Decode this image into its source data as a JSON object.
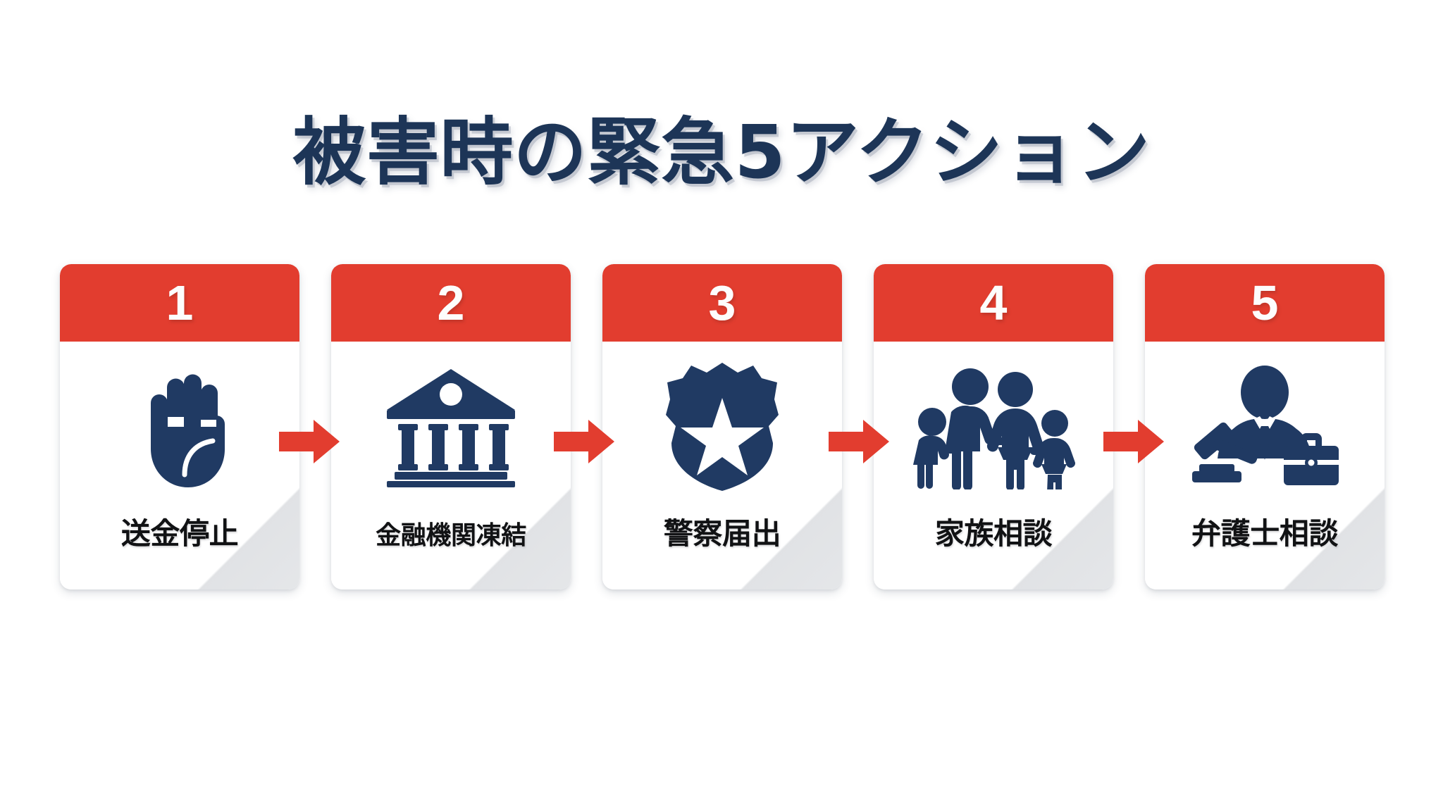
{
  "title": "被害時の緊急5アクション",
  "colors": {
    "accent_red": "#e23d2f",
    "navy": "#1d3557",
    "icon_navy": "#203a63",
    "label_black": "#111214",
    "background": "#ffffff",
    "shadow_grey": "#e4e6e9"
  },
  "steps": [
    {
      "number": "1",
      "label": "送金停止",
      "icon": "stop-hand-icon"
    },
    {
      "number": "2",
      "label": "金融機関凍結",
      "icon": "bank-building-icon"
    },
    {
      "number": "3",
      "label": "警察届出",
      "icon": "police-badge-icon"
    },
    {
      "number": "4",
      "label": "家族相談",
      "icon": "family-group-icon"
    },
    {
      "number": "5",
      "label": "弁護士相談",
      "icon": "lawyer-gavel-briefcase-icon"
    }
  ],
  "connectors": [
    {
      "name": "arrow-1-to-2",
      "direction": "right"
    },
    {
      "name": "arrow-2-to-3",
      "direction": "right"
    },
    {
      "name": "arrow-3-to-4",
      "direction": "right"
    },
    {
      "name": "arrow-4-to-5",
      "direction": "right"
    }
  ]
}
